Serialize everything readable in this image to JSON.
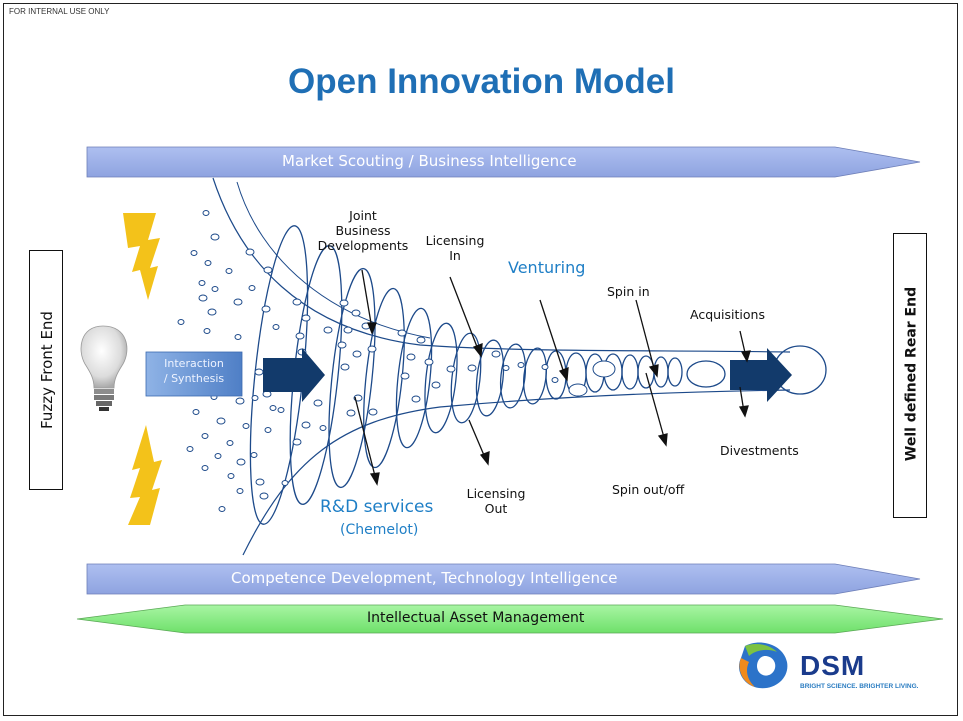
{
  "header": {
    "confidentiality": "FOR INTERNAL USE ONLY",
    "title": "Open Innovation Model"
  },
  "banners": {
    "top": "Market Scouting / Business Intelligence",
    "bottom": "Competence Development, Technology Intelligence",
    "green": "Intellectual Asset Management"
  },
  "side_boxes": {
    "left": "Fuzzy Front End",
    "right": "Well defined Rear End"
  },
  "interaction_box": {
    "line1": "Interaction",
    "line2": "/ Synthesis"
  },
  "labels": {
    "joint_business": [
      "Joint",
      "Business",
      "Developments"
    ],
    "licensing_in": [
      "Licensing",
      "In"
    ],
    "venturing": "Venturing",
    "spin_in": "Spin in",
    "acquisitions": "Acquisitions",
    "divestments": "Divestments",
    "spin_out": "Spin out/off",
    "licensing_out": [
      "Licensing",
      "Out"
    ],
    "rd_services": "R&D services",
    "chemelot": "(Chemelot)"
  },
  "logo": {
    "name": "DSM",
    "tagline": "BRIGHT SCIENCE. BRIGHTER LIVING."
  },
  "colors": {
    "title_blue": "#1f6fb5",
    "banner_blue": "#9fb3e8",
    "banner_green": "#8ef08a",
    "funnel_blue": "#1d4a8a",
    "arrow_navy": "#123a6b",
    "lightning": "#f3c21a"
  }
}
